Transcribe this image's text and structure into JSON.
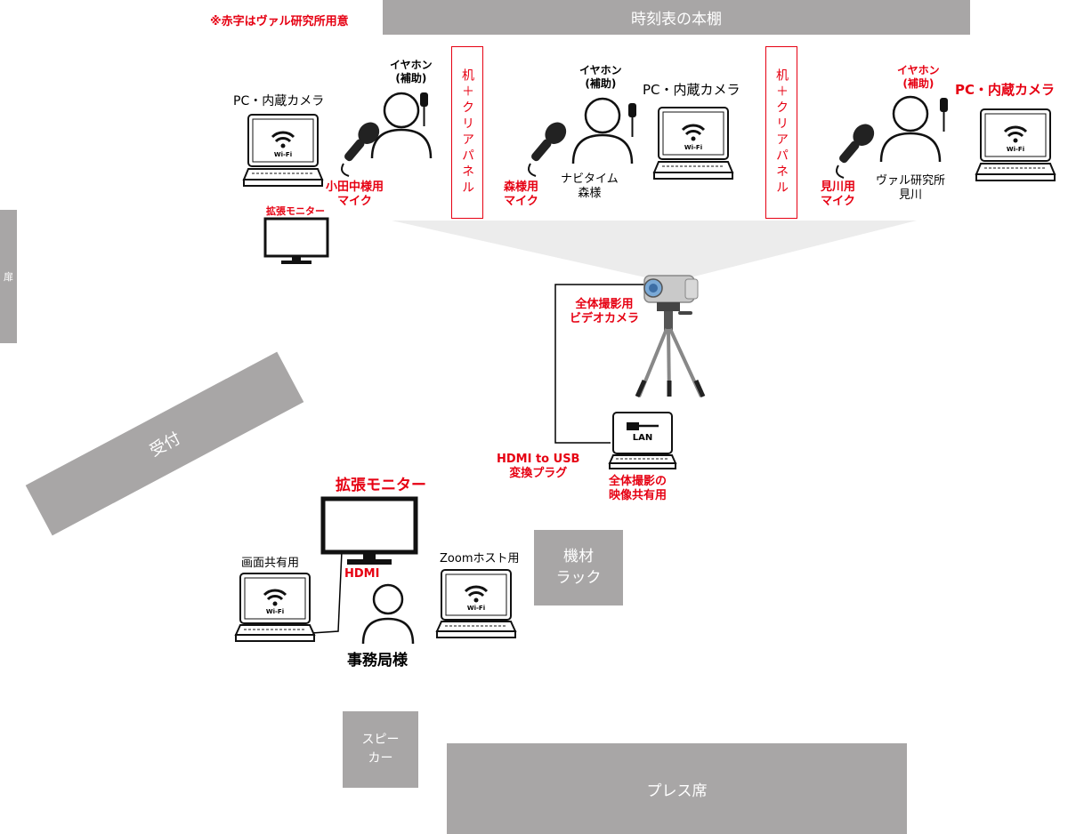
{
  "note": "※赤字はヴァル研究所用意",
  "bookshelf": "時刻表の本棚",
  "door": "扉",
  "reception": "受付",
  "rack": [
    "機材",
    "ラック"
  ],
  "speaker": [
    "スピー",
    "カー"
  ],
  "press": "プレス席",
  "desk_panel": "机＋クリアパネル",
  "wifi_label": "Wi-Fi",
  "lan_label": "LAN",
  "earphone": [
    "イヤホン",
    "(補助)"
  ],
  "pc_camera": "PC・内蔵カメラ",
  "mic_odanaka": [
    "小田中様用",
    "マイク"
  ],
  "mic_mori": [
    "森様用",
    "マイク"
  ],
  "mic_mikawa": [
    "見川用",
    "マイク"
  ],
  "person_mori": [
    "ナビタイム",
    "森様"
  ],
  "person_mikawa": [
    "ヴァル研究所",
    "見川"
  ],
  "ext_monitor_small": "拡張モニター",
  "ext_monitor_large": "拡張モニター",
  "video_camera": [
    "全体撮影用",
    "ビデオカメラ"
  ],
  "hdmi_usb": [
    "HDMI to USB",
    "変換プラグ"
  ],
  "video_share": [
    "全体撮影の",
    "映像共有用"
  ],
  "screen_share": "画面共有用",
  "zoom_host": "Zoomホスト用",
  "hdmi": "HDMI",
  "secretariat": "事務局様",
  "colors": {
    "accent_red": "#e60012",
    "furniture_gray": "#a8a6a6"
  }
}
